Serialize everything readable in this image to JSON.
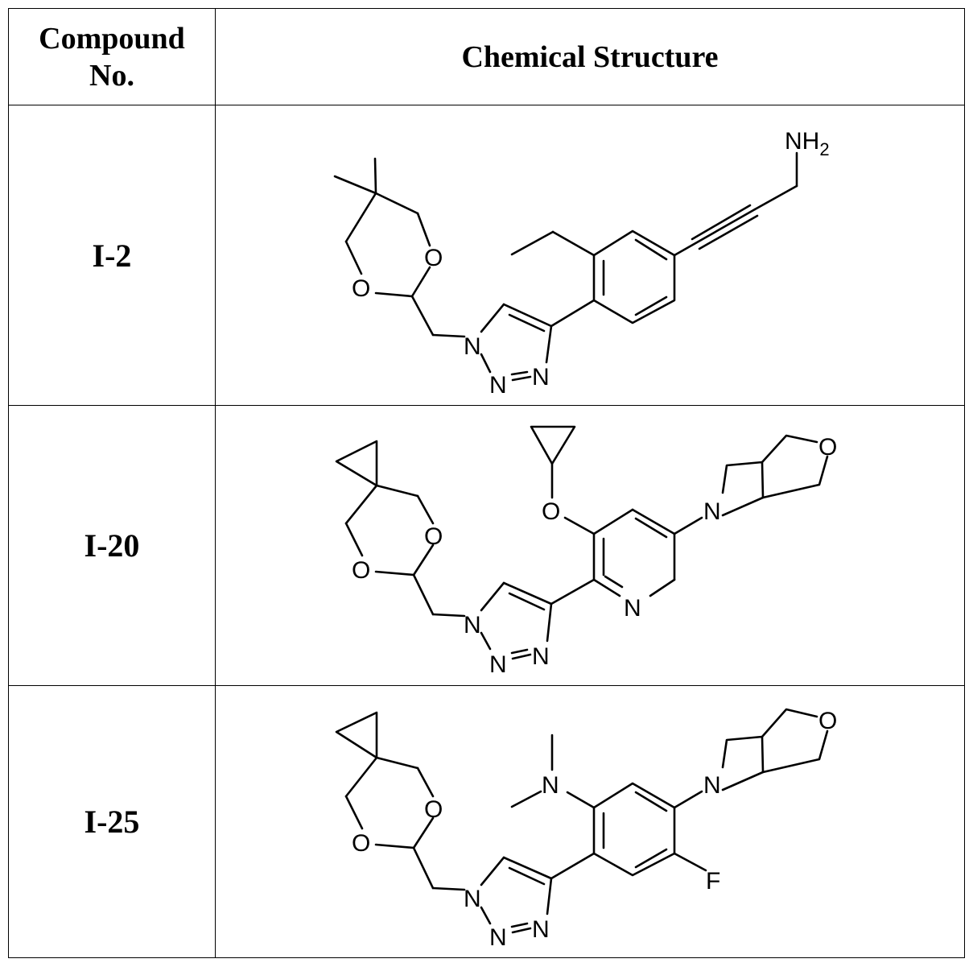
{
  "table": {
    "headers": {
      "compound": "Compound No.",
      "compound_line1": "Compound",
      "compound_line2": "No.",
      "structure": "Chemical Structure"
    },
    "rows": [
      {
        "id": "I-2",
        "atoms": {
          "n1": "N",
          "n2": "N",
          "n3": "N",
          "o1": "O",
          "o2": "O",
          "nh2_main": "NH",
          "nh2_sub": "2"
        }
      },
      {
        "id": "I-20",
        "atoms": {
          "n1": "N",
          "n2": "N",
          "n3": "N",
          "o1": "O",
          "o2": "O",
          "o3": "O",
          "npy": "N",
          "naz": "N",
          "oox": "O"
        }
      },
      {
        "id": "I-25",
        "atoms": {
          "n1": "N",
          "n2": "N",
          "n3": "N",
          "o1": "O",
          "o2": "O",
          "nme": "N",
          "naz": "N",
          "oox": "O",
          "f": "F"
        }
      }
    ]
  }
}
